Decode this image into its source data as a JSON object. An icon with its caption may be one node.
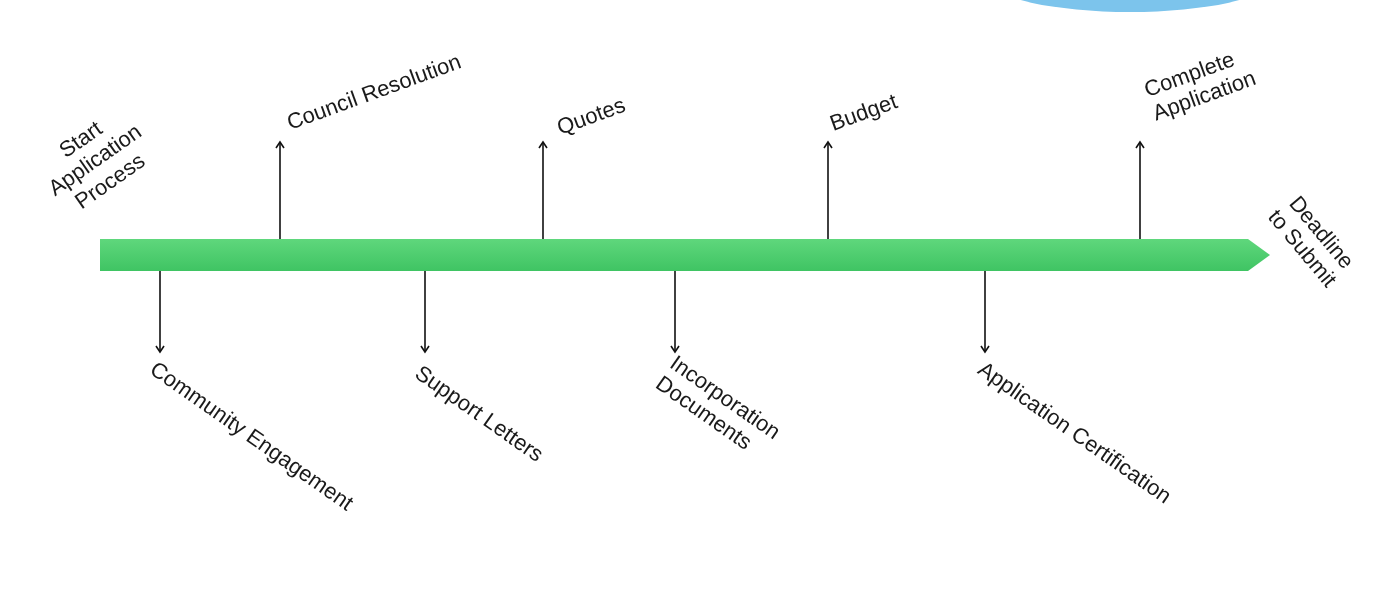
{
  "diagram": {
    "nodes": [
      {
        "text": [],
        "shape": "bar"
      },
      {
        "text": [
          "Council Resolution"
        ]
      },
      {
        "text": [
          "Quotes"
        ]
      },
      {
        "text": [
          "Budget"
        ]
      },
      {
        "text": [
          "Complete Application"
        ]
      },
      {
        "text": [
          "Community Engagement"
        ]
      },
      {
        "text": [
          "Support Letters"
        ]
      },
      {
        "text": [
          "Incorporation Documents"
        ]
      },
      {
        "text": [
          "Application Certification"
        ]
      }
    ],
    "edges": [
      {
        "from": 0,
        "to": 1,
        "arrow": "to"
      },
      {
        "from": 0,
        "to": 2,
        "arrow": "to"
      },
      {
        "from": 0,
        "to": 3,
        "arrow": "to"
      },
      {
        "from": 0,
        "to": 4,
        "arrow": "to"
      },
      {
        "from": 0,
        "to": 5,
        "arrow": "to"
      },
      {
        "from": 0,
        "to": 6,
        "arrow": "to"
      },
      {
        "from": 0,
        "to": 7,
        "arrow": "to"
      },
      {
        "from": 0,
        "to": 8,
        "arrow": "to"
      }
    ],
    "labels": [
      "Start Application Process",
      "Deadline to Submit"
    ]
  }
}
